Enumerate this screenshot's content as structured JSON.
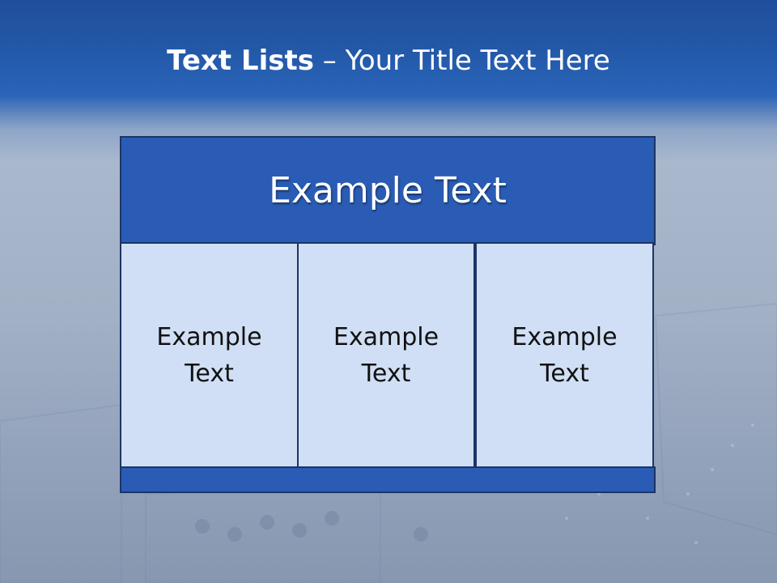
{
  "slide": {
    "title_bold": "Text Lists",
    "title_rest": " – Your Title Text Here"
  },
  "diagram": {
    "header": "Example Text",
    "columns": [
      {
        "label": "Example Text"
      },
      {
        "label": "Example Text"
      },
      {
        "label": "Example Text"
      }
    ]
  },
  "colors": {
    "header_fill": "#2a5cb6",
    "column_fill": "#d0dff5",
    "border": "#1b3564",
    "title_band": "#2358a8"
  }
}
